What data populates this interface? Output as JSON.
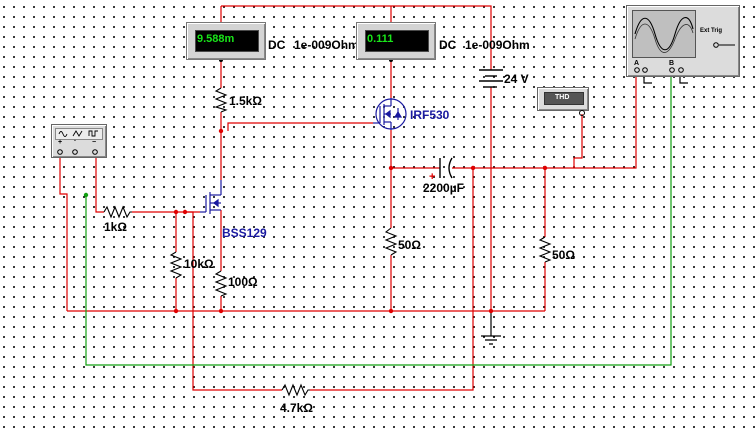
{
  "meters": {
    "left": {
      "reading": "9.588m",
      "mode": "DC",
      "resistance": "1e-009Ohm"
    },
    "right": {
      "reading": "0.111",
      "mode": "DC",
      "resistance": "1e-009Ohm"
    }
  },
  "components": {
    "r_drain_small": "1.5kΩ",
    "mosfet_power": "IRF530",
    "battery": "24 V",
    "thd_label": "THD",
    "capacitor": "2200µF",
    "r_input": "1kΩ",
    "mosfet_small": "BSS129",
    "r_bias": "10kΩ",
    "r_source_small": "100Ω",
    "r_source_power": "50Ω",
    "r_load": "50Ω",
    "r_feedback": "4.7kΩ"
  },
  "oscilloscope": {
    "trigger_label": "Ext Trig",
    "channel_a": "A",
    "channel_b": "B"
  },
  "generator": {
    "plus": "+",
    "common": "·",
    "minus": "−"
  },
  "capacitor_polarity": "+"
}
